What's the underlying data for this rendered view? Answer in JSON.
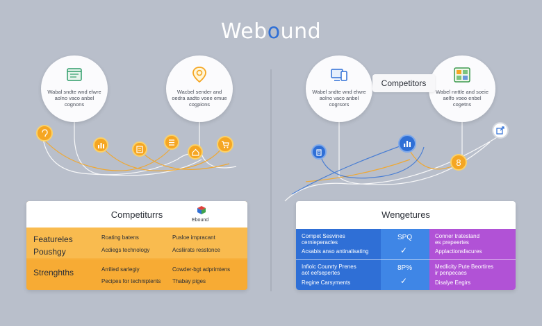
{
  "header": {
    "title_prefix": "Web",
    "title_o": "o",
    "title_suffix": "und"
  },
  "circles": [
    {
      "text": "Wabal sndte wnd elwre aolno vaco anbel cognons",
      "icon": "browser-window-icon"
    },
    {
      "text": "Wacbel sender and oedra aadto voee emue cogpions",
      "icon": "location-pin-icon"
    },
    {
      "text": "Wabel sndte wnd elwre aolno vaco anbel cogrsors",
      "icon": "devices-icon"
    },
    {
      "text": "Wabel nnttle and soeie aelfo voeo enbel cogetns",
      "icon": "dashboard-grid-icon"
    }
  ],
  "competitors_chip": "Competitors",
  "left_panel": {
    "header": "Competiturrs",
    "logo_label": "Ebound",
    "row_labels": [
      "Featureles",
      "Poushgy",
      "Strenghths"
    ],
    "col1": [
      "Roating batens",
      "Acdiegs technology",
      "Arrilied sarlegiy",
      "Pecipes for techniptents"
    ],
    "col2": [
      "Pusloe impracant",
      "Acsliirats resstonce",
      "Cowder-bgt adprimtens",
      "Thabay piges"
    ]
  },
  "right_panel": {
    "header": "Wengetures",
    "blue_top": [
      "Compet Sesvines",
      "cernieperacles",
      "Acsabis anso antinalisating"
    ],
    "blue_bottom": [
      "Infiolc Counrty Prenes",
      "aot eefsepertes",
      "Regine Carsyments"
    ],
    "mid_top": "SPQ",
    "mid_bottom": "8P%",
    "check": "✓",
    "purple_top": [
      "Conner tratestand",
      "es prepeertes",
      "Applactionsfacures"
    ],
    "purple_bottom": [
      "Medlicity Pute Beortires",
      "ir penpecaes",
      "Disalye Eegirs"
    ]
  },
  "nodes": {
    "eight": "8"
  },
  "colors": {
    "orange": "#f5a623",
    "blue": "#2f6fd6",
    "purple": "#b152d6",
    "background": "#b9bfcb"
  }
}
